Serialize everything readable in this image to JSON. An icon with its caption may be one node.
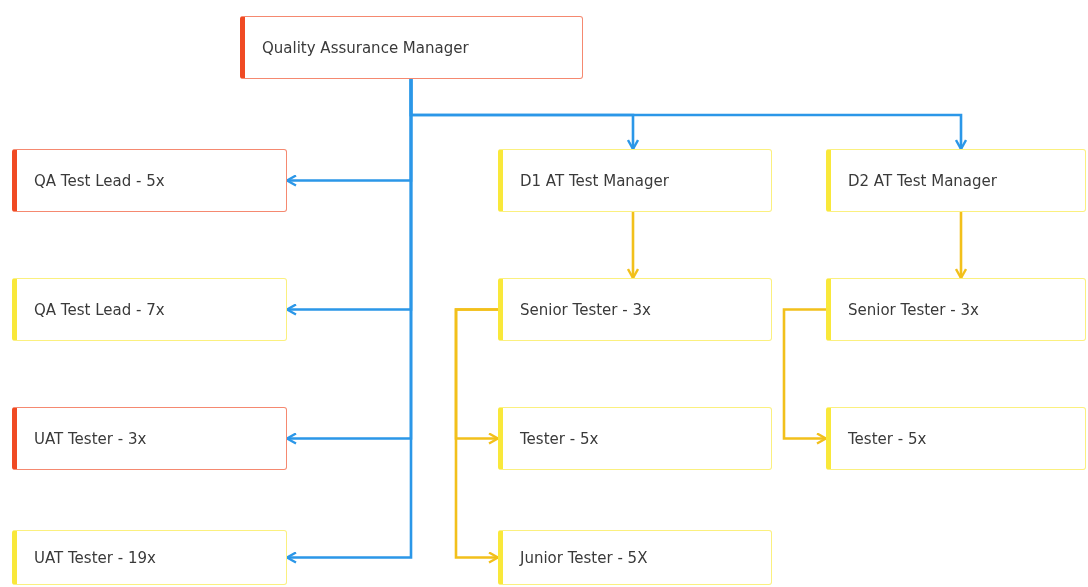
{
  "diagram": {
    "nodes": [
      {
        "text": [
          "Quality Assurance Manager"
        ]
      },
      {
        "text": [
          "QA Test Lead - 5x"
        ]
      },
      {
        "text": [
          "QA Test Lead - 7x"
        ]
      },
      {
        "text": [
          "UAT Tester - 3x"
        ]
      },
      {
        "text": [
          "UAT Tester - 19x"
        ]
      },
      {
        "text": [
          "D1 AT Test Manager"
        ]
      },
      {
        "text": [
          "D2 AT Test Manager"
        ]
      },
      {
        "text": [
          "Senior Tester - 3x"
        ]
      },
      {
        "text": [
          "Tester - 5x"
        ]
      },
      {
        "text": [
          "Junior Tester - 5X"
        ]
      },
      {
        "text": [
          "Senior Tester - 3x"
        ]
      },
      {
        "text": [
          "Tester - 5x"
        ]
      }
    ],
    "edges": [
      {
        "from": 0,
        "to": 1,
        "arrow": "to",
        "color": "#2b97e8"
      },
      {
        "from": 0,
        "to": 2,
        "arrow": "to",
        "color": "#2b97e8"
      },
      {
        "from": 0,
        "to": 3,
        "arrow": "to",
        "color": "#2b97e8"
      },
      {
        "from": 0,
        "to": 4,
        "arrow": "to",
        "color": "#2b97e8"
      },
      {
        "from": 0,
        "to": 5,
        "arrow": "to",
        "color": "#2b97e8"
      },
      {
        "from": 0,
        "to": 6,
        "arrow": "to",
        "color": "#2b97e8"
      },
      {
        "from": 5,
        "to": 7,
        "arrow": "to",
        "color": "#f2c01b"
      },
      {
        "from": 6,
        "to": 10,
        "arrow": "to",
        "color": "#f2c01b"
      },
      {
        "from": 7,
        "to": 8,
        "arrow": "to",
        "color": "#f2c01b"
      },
      {
        "from": 7,
        "to": 9,
        "arrow": "to",
        "color": "#f2c01b"
      },
      {
        "from": 10,
        "to": 11,
        "arrow": "to",
        "color": "#f2c01b"
      }
    ]
  }
}
